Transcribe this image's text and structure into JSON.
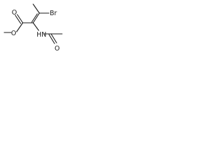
{
  "molecule": {
    "atoms": {
      "bromine": "Br",
      "carbonyl_oxygen_ester": "O",
      "ether_oxygen": "O",
      "amide_nitrogen": "HN",
      "amide_oxygen": "O"
    }
  }
}
